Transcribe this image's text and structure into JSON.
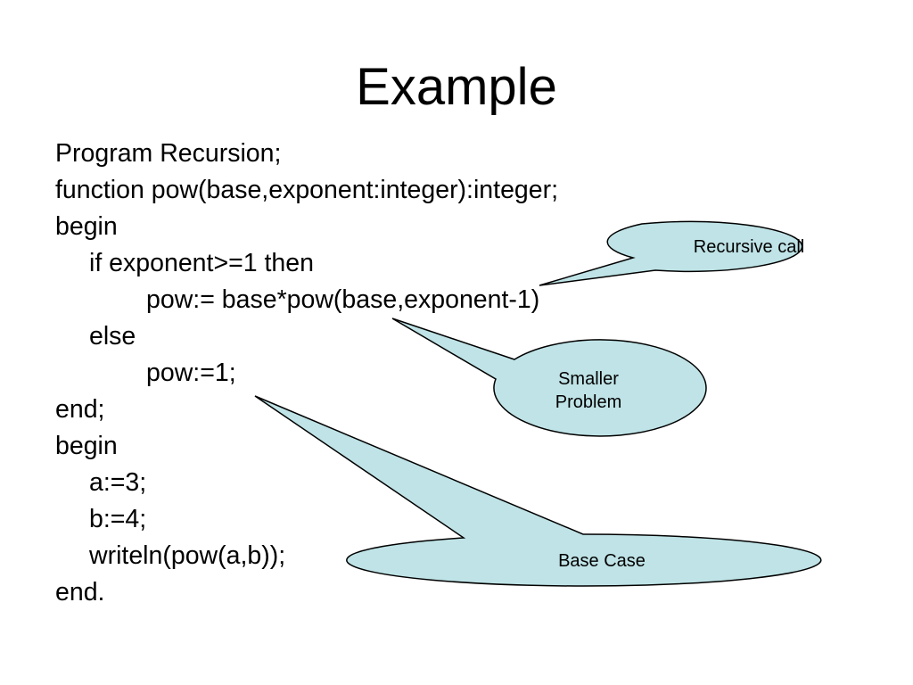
{
  "slide": {
    "title": "Example",
    "code_lines": [
      "Program Recursion;",
      "function pow(base,exponent:integer):integer;",
      "begin",
      "if exponent>=1 then",
      "pow:= base*pow(base,exponent-1)",
      "else",
      "pow:=1;",
      "end;",
      "begin",
      "a:=3;",
      "b:=4;",
      "writeln(pow(a,b));",
      "end."
    ],
    "callouts": {
      "recursive_call": "Recursive call",
      "smaller_problem_line1": "Smaller",
      "smaller_problem_line2": "Problem",
      "base_case": "Base Case"
    },
    "colors": {
      "callout_fill": "#bfe3e6",
      "callout_stroke": "#000000"
    }
  }
}
